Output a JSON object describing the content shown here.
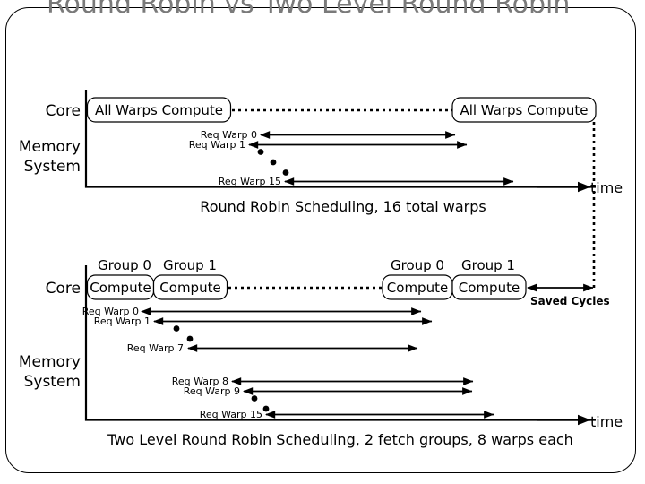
{
  "slide": {
    "title": "Round Robin vs Two Level Round Robin",
    "border_color": "#000000",
    "title_color": "#7a7a7a",
    "background": "#ffffff"
  },
  "top_diagram": {
    "name": "round-robin-timeline",
    "row_labels": {
      "core": "Core",
      "memory": "Memory",
      "system": "System"
    },
    "compute_boxes": [
      {
        "label": "All Warps Compute"
      },
      {
        "label": "All Warps Compute"
      }
    ],
    "requests": [
      {
        "label": "Req Warp 0"
      },
      {
        "label": "Req Warp 1"
      },
      {
        "label": "Req Warp 15"
      }
    ],
    "ellipsis_dots": 3,
    "time_axis_label": "time",
    "caption": "Round Robin Scheduling, 16 total warps"
  },
  "bottom_diagram": {
    "name": "two-level-round-robin-timeline",
    "row_labels": {
      "core": "Core",
      "memory": "Memory",
      "system": "System"
    },
    "group_labels": [
      "Group 0",
      "Group 1",
      "Group 0",
      "Group 1"
    ],
    "compute_boxes": [
      {
        "label": "Compute"
      },
      {
        "label": "Compute"
      },
      {
        "label": "Compute"
      },
      {
        "label": "Compute"
      }
    ],
    "requests": [
      {
        "label": "Req Warp 0"
      },
      {
        "label": "Req Warp 1"
      },
      {
        "label": "Req Warp 7"
      },
      {
        "label": "Req Warp 8"
      },
      {
        "label": "Req Warp 9"
      },
      {
        "label": "Req Warp 15"
      }
    ],
    "ellipsis_dots_group0": 2,
    "ellipsis_dots_group1": 2,
    "saved_cycles_label": "Saved Cycles",
    "time_axis_label": "time",
    "caption": "Two Level Round Robin Scheduling, 2 fetch groups, 8 warps each"
  }
}
